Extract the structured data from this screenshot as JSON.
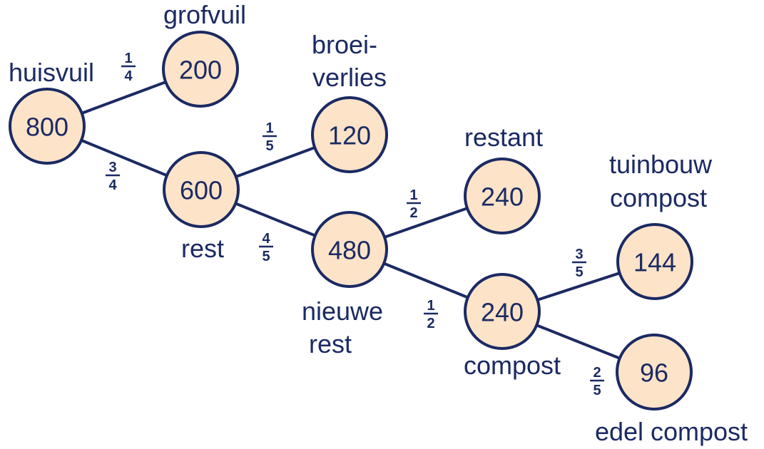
{
  "colors": {
    "ink": "#1b2a63",
    "node_fill": "#fde3c8",
    "background": "#ffffff"
  },
  "nodes": [
    {
      "id": "n800",
      "value": "800"
    },
    {
      "id": "n200",
      "value": "200"
    },
    {
      "id": "n600",
      "value": "600"
    },
    {
      "id": "n120",
      "value": "120"
    },
    {
      "id": "n480",
      "value": "480"
    },
    {
      "id": "n240a",
      "value": "240"
    },
    {
      "id": "n240b",
      "value": "240"
    },
    {
      "id": "n144",
      "value": "144"
    },
    {
      "id": "n96",
      "value": "96"
    }
  ],
  "labels": {
    "huisvuil": "huisvuil",
    "grofvuil": "grofvuil",
    "broeiverlies_1": "broei-",
    "broeiverlies_2": "verlies",
    "rest": "rest",
    "restant": "restant",
    "nieuwe_rest_1": "nieuwe",
    "nieuwe_rest_2": "rest",
    "tuinbouw_1": "tuinbouw",
    "tuinbouw_2": "compost",
    "compost": "compost",
    "edel_compost": "edel compost"
  },
  "edges": [
    {
      "from": "n800",
      "to": "n200",
      "num": "1",
      "den": "4"
    },
    {
      "from": "n800",
      "to": "n600",
      "num": "3",
      "den": "4"
    },
    {
      "from": "n600",
      "to": "n120",
      "num": "1",
      "den": "5"
    },
    {
      "from": "n600",
      "to": "n480",
      "num": "4",
      "den": "5"
    },
    {
      "from": "n480",
      "to": "n240a",
      "num": "1",
      "den": "2"
    },
    {
      "from": "n480",
      "to": "n240b",
      "num": "1",
      "den": "2"
    },
    {
      "from": "n240b",
      "to": "n144",
      "num": "3",
      "den": "5"
    },
    {
      "from": "n240b",
      "to": "n96",
      "num": "2",
      "den": "5"
    }
  ]
}
